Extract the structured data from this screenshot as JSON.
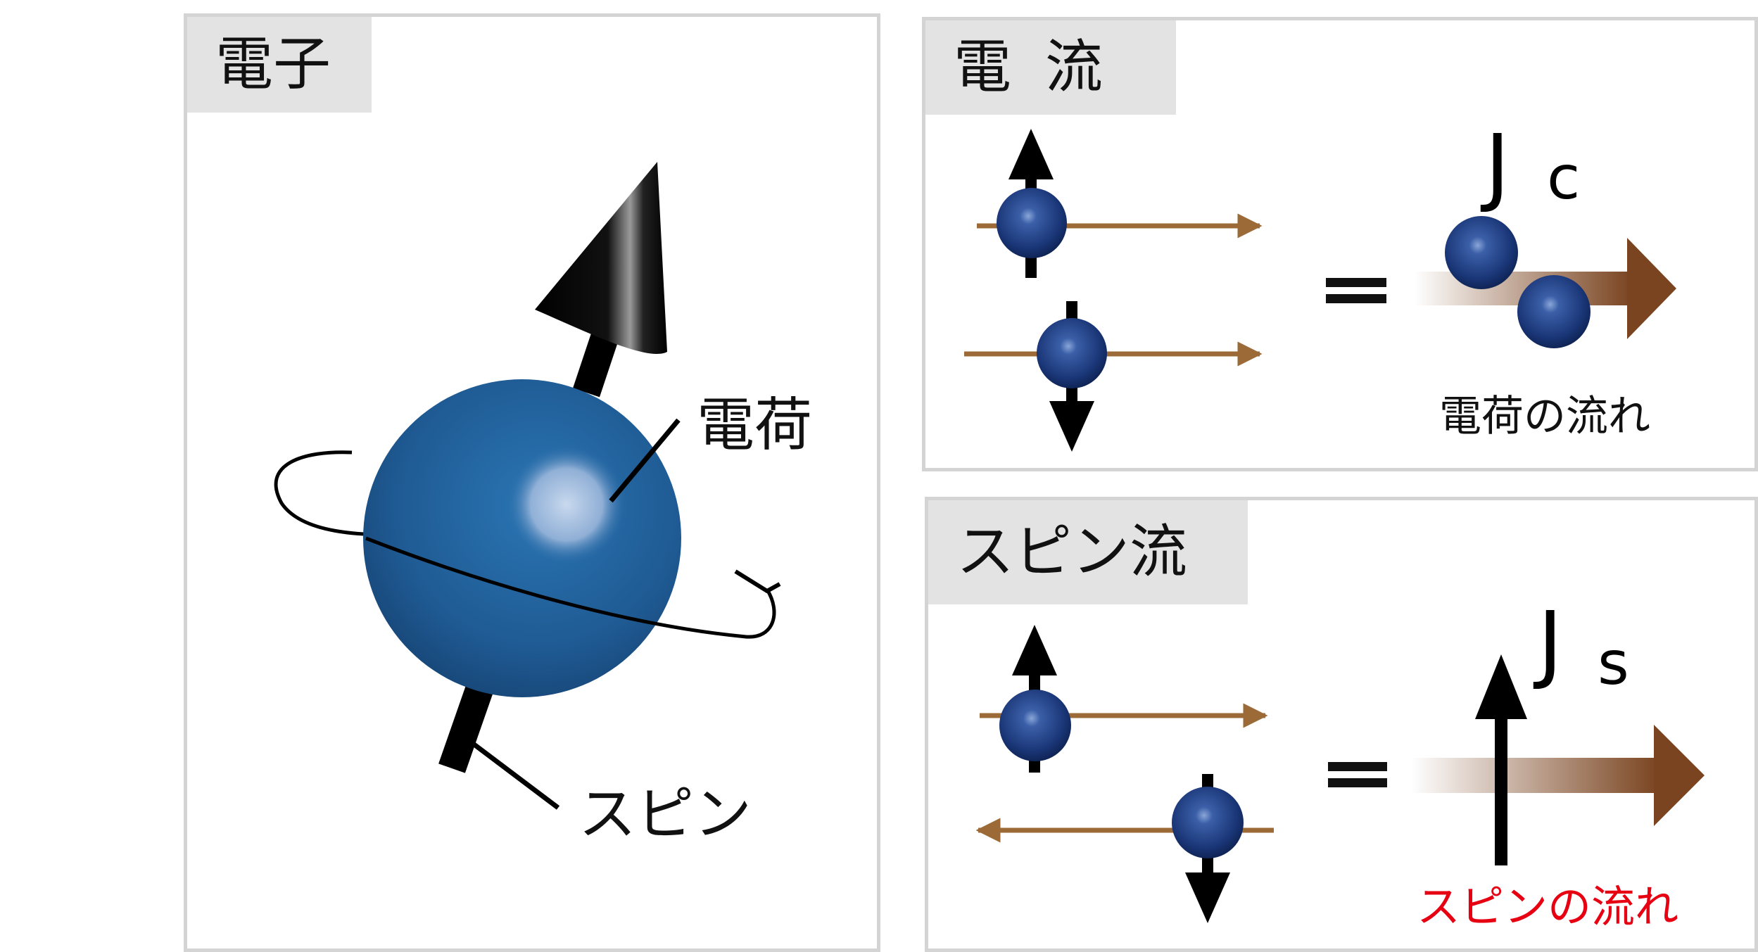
{
  "electron": {
    "title": "電子",
    "charge_label": "電荷",
    "spin_label": "スピン"
  },
  "current": {
    "title": "電流",
    "symbol_main": "J",
    "symbol_sub": "c",
    "caption": "電荷の流れ"
  },
  "spin_current": {
    "title": "スピン流",
    "symbol_main": "J",
    "symbol_sub": "s",
    "caption": "スピンの流れ"
  },
  "colors": {
    "sphere": "#1f5a93",
    "flow_arrow": "#9c6a36",
    "big_arrow": "#7a4420",
    "caption_red": "#e60012",
    "tab_bg": "#e3e3e3",
    "border": "#d4d4d4"
  }
}
